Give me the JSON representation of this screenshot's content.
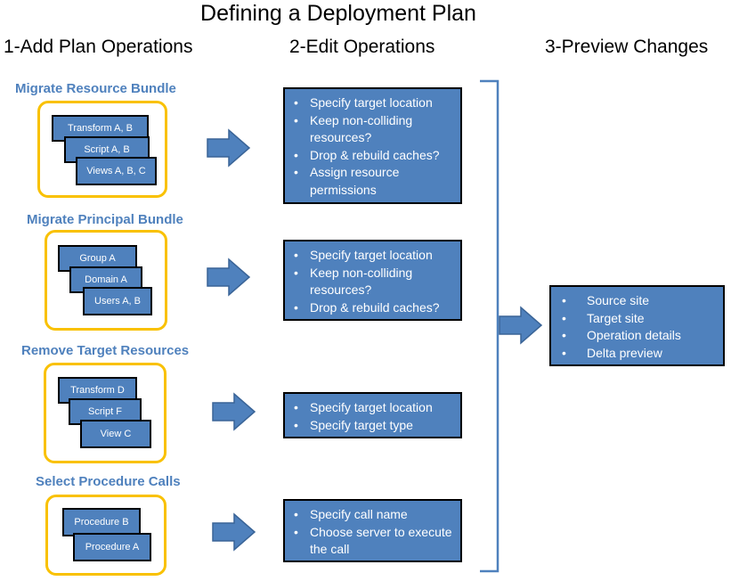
{
  "title": "Defining a Deployment Plan",
  "columns": {
    "add": "1-Add Plan Operations",
    "edit": "2-Edit Operations",
    "preview": "3-Preview Changes"
  },
  "sections": [
    {
      "title": "Migrate Resource Bundle",
      "cards": [
        "Transform A, B",
        "Script A, B",
        "Views A, B, C"
      ],
      "edit_items": [
        "Specify target location",
        "Keep non-colliding resources?",
        "Drop & rebuild caches?",
        "Assign resource permissions"
      ]
    },
    {
      "title": "Migrate Principal Bundle",
      "cards": [
        "Group A",
        "Domain A",
        "Users A, B"
      ],
      "edit_items": [
        "Specify target location",
        "Keep non-colliding resources?",
        "Drop & rebuild caches?"
      ]
    },
    {
      "title": "Remove Target Resources",
      "cards": [
        "Transform  D",
        "Script F",
        "View C"
      ],
      "edit_items": [
        "Specify target  location",
        "Specify target type"
      ]
    },
    {
      "title": "Select Procedure Calls",
      "cards": [
        "Procedure B",
        "Procedure A"
      ],
      "edit_items": [
        "Specify call name",
        "Choose server to execute the call"
      ]
    }
  ],
  "preview_items": [
    "Source site",
    "Target site",
    "Operation details",
    "Delta preview"
  ],
  "colors": {
    "box_fill": "#4f81bd",
    "group_border": "#f9c100",
    "heading_blue": "#4f81bd",
    "bracket": "#4f81bd"
  }
}
